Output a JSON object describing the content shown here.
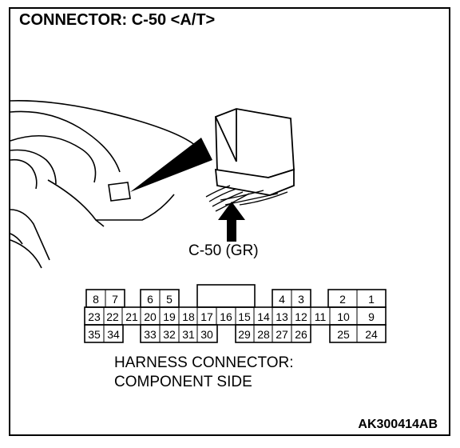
{
  "title": "CONNECTOR: C-50 <A/T>",
  "connector_label": "C-50 (GR)",
  "caption": {
    "line1": "HARNESS CONNECTOR:",
    "line2": "COMPONENT SIDE"
  },
  "figure_code": "AK300414AB",
  "pins": {
    "top": [
      "8",
      "7",
      "6",
      "5",
      "4",
      "3",
      "2",
      "1"
    ],
    "middle": [
      "23",
      "22",
      "21",
      "20",
      "19",
      "18",
      "17",
      "16",
      "15",
      "14",
      "13",
      "12",
      "11",
      "10",
      "9"
    ],
    "bottom": [
      "35",
      "34",
      "33",
      "32",
      "31",
      "30",
      "29",
      "28",
      "27",
      "26",
      "25",
      "24"
    ]
  }
}
